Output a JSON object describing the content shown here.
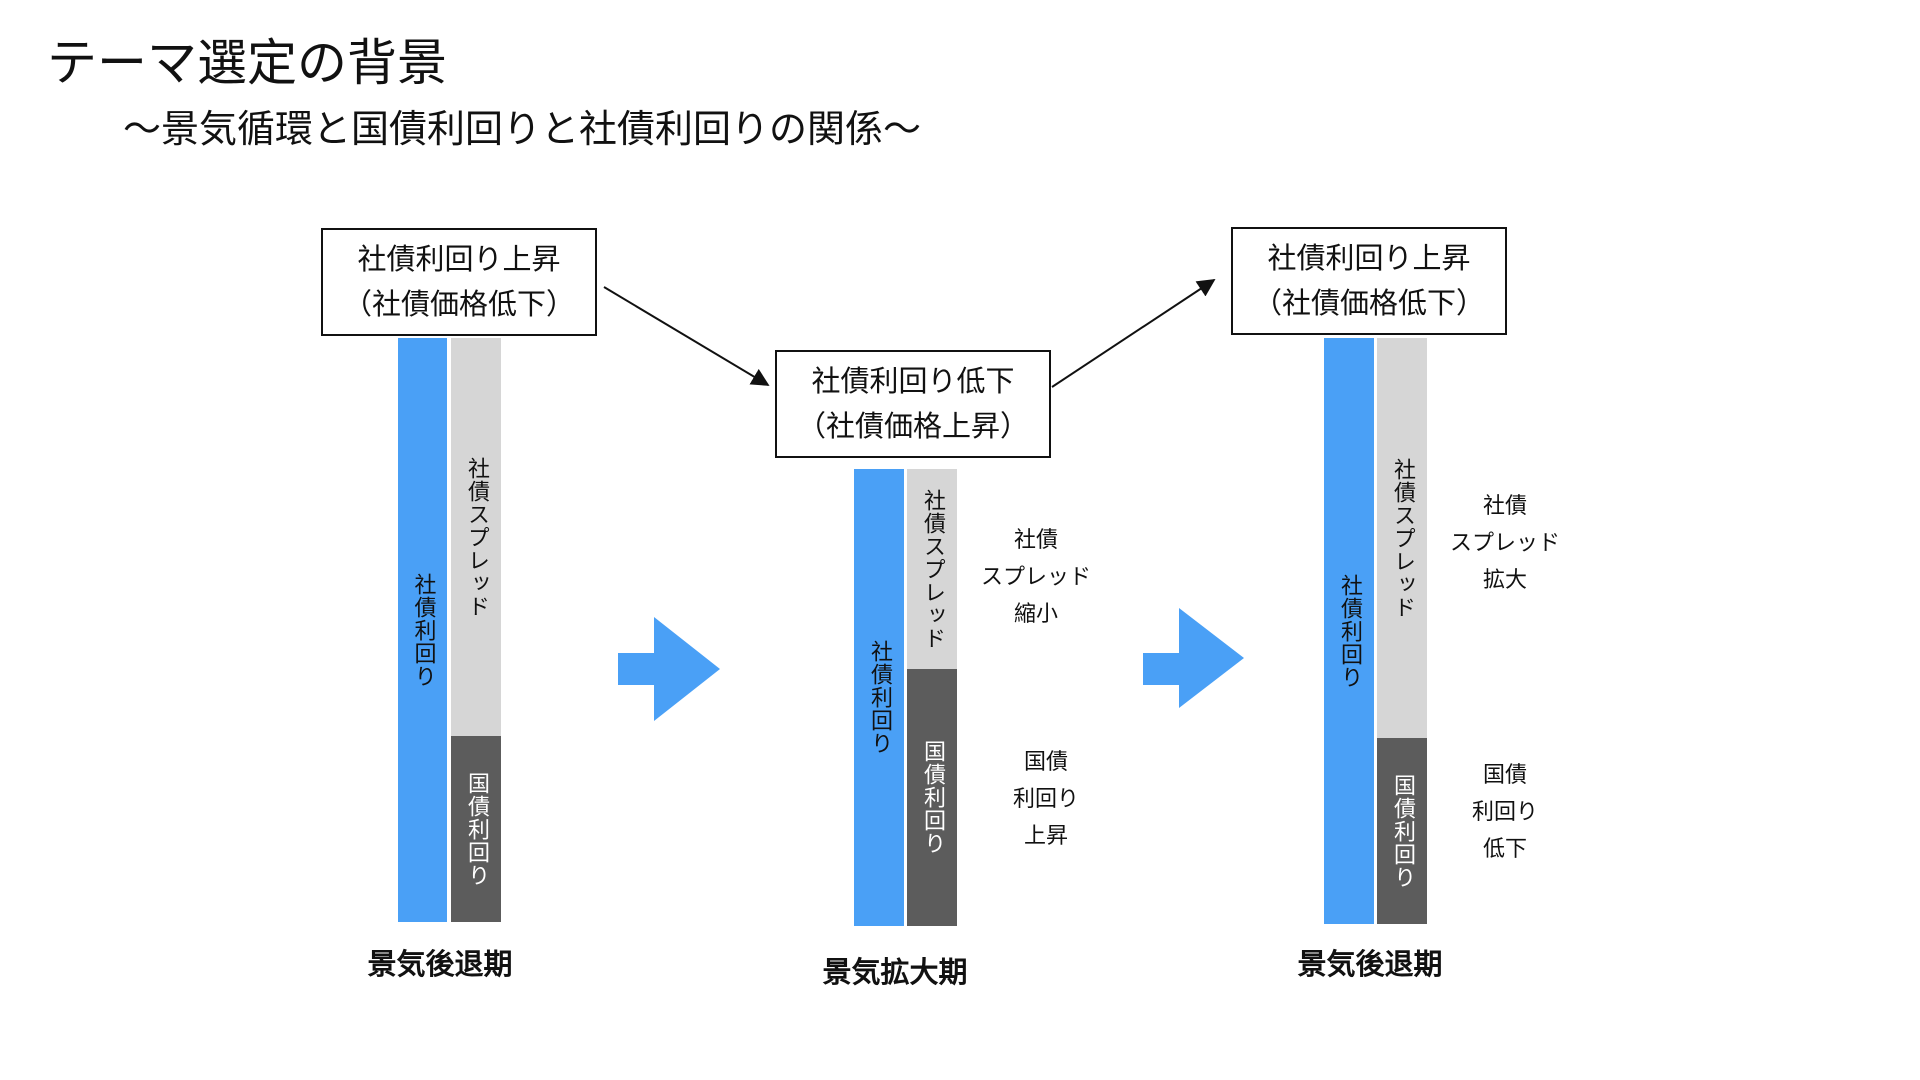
{
  "title": "テーマ選定の背景",
  "subtitle": "〜景気循環と国債利回りと社債利回りの関係〜",
  "colors": {
    "corporate_yield": "#4aa0f6",
    "corporate_spread": "#d6d6d6",
    "government_yield": "#5c5c5c",
    "arrow": "#4aa0f6"
  },
  "phases": [
    {
      "top_box": {
        "line1": "社債利回り上昇",
        "line2": "（社債価格低下）"
      },
      "bar_labels": {
        "corporate_yield": "社債利回り",
        "spread": "社債スプレッド",
        "government_yield": "国債利回り"
      },
      "phase_label": "景気後退期"
    },
    {
      "top_box": {
        "line1": "社債利回り低下",
        "line2": "（社債価格上昇）"
      },
      "bar_labels": {
        "corporate_yield": "社債利回り",
        "spread": "社債スプレッド",
        "government_yield": "国債利回り"
      },
      "notes": {
        "spread": [
          "社債",
          "スプレッド",
          "縮小"
        ],
        "government": [
          "国債",
          "利回り",
          "上昇"
        ]
      },
      "phase_label": "景気拡大期"
    },
    {
      "top_box": {
        "line1": "社債利回り上昇",
        "line2": "（社債価格低下）"
      },
      "bar_labels": {
        "corporate_yield": "社債利回り",
        "spread": "社債スプレッド",
        "government_yield": "国債利回り"
      },
      "notes": {
        "spread": [
          "社債",
          "スプレッド",
          "拡大"
        ],
        "government": [
          "国債",
          "利回り",
          "低下"
        ]
      },
      "phase_label": "景気後退期"
    }
  ]
}
